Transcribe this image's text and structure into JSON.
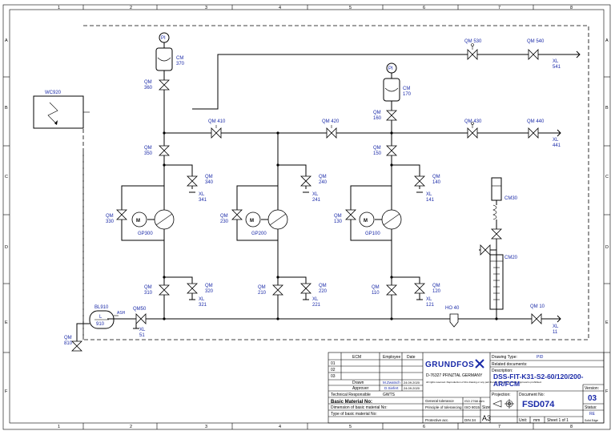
{
  "frame": {
    "cols": [
      "1",
      "2",
      "3",
      "4",
      "5",
      "6",
      "7",
      "8"
    ],
    "rows": [
      "A",
      "B",
      "C",
      "D",
      "E",
      "F"
    ]
  },
  "labels": {
    "wc": "WC920",
    "pi1": "PI",
    "pi2": "PI",
    "cm370": [
      "CM",
      "370"
    ],
    "cm170": [
      "CM",
      "170"
    ],
    "qm360": [
      "QM",
      "360"
    ],
    "qm160": [
      "QM",
      "160"
    ],
    "qm350": [
      "QM",
      "350"
    ],
    "qm150": [
      "QM",
      "150"
    ],
    "qm410": "QM 410",
    "qm420": "QM 420",
    "qm530": "QM 530",
    "qm540": "QM 540",
    "qm430": "QM 430",
    "qm440": "QM 440",
    "xl541": [
      "XL",
      "541"
    ],
    "xl441": [
      "XL",
      "441"
    ],
    "qm340": [
      "QM",
      "340"
    ],
    "qm240": [
      "QM",
      "240"
    ],
    "qm140": [
      "QM",
      "140"
    ],
    "xl341": [
      "XL",
      "341"
    ],
    "xl241": [
      "XL",
      "241"
    ],
    "xl141": [
      "XL",
      "141"
    ],
    "qm330": [
      "QM",
      "330"
    ],
    "qm230": [
      "QM",
      "230"
    ],
    "qm130": [
      "QM",
      "130"
    ],
    "gp300": "GP300",
    "gp200": "GP200",
    "gp100": "GP100",
    "motor": "M",
    "cm30": "CM30",
    "cm20": "CM20",
    "qm310": [
      "QM",
      "310"
    ],
    "qm210": [
      "QM",
      "210"
    ],
    "qm110": [
      "QM",
      "110"
    ],
    "qm320": [
      "QM",
      "320"
    ],
    "qm220": [
      "QM",
      "220"
    ],
    "qm120": [
      "QM",
      "120"
    ],
    "xl321": [
      "XL",
      "321"
    ],
    "xl221": [
      "XL",
      "221"
    ],
    "xl121": [
      "XL",
      "121"
    ],
    "bl910": "BL910",
    "tankL": "L",
    "tank910": "910",
    "ash": "ASH",
    "qm50": "QM50",
    "xl51": [
      "XL",
      "51"
    ],
    "qm810": [
      "QM",
      "810"
    ],
    "ho40": "HO 40",
    "qm10": "QM 10",
    "xl11": [
      "XL",
      "11"
    ]
  },
  "titleblock": {
    "hdr_ecm": "ECM",
    "hdr_employee": "Employee",
    "hdr_date": "Date",
    "rev": [
      "01",
      "02",
      "03"
    ],
    "drawn_lbl": "Drawn",
    "drawn_name": "M.Zwatsch",
    "drawn_date": "24.09.2020",
    "approver_lbl": "Approver",
    "approver_name": "D.Siefert",
    "approver_date": "24.09.2020",
    "tech_lbl": "Technical Responsible",
    "tech_val": "GWTS",
    "basic_mat": "Basic Material No:",
    "dim_basic": "Dimension of basic material No:",
    "type_basic": "Type of basic material No:",
    "brand": "GRUNDFOS",
    "address": "D-76327 PFINZTAL GERMANY",
    "fineprint": "All rights reserved. Reproduction of this drawing or any part thereof without our written approval is prohibited.",
    "gen_tol": "General tolerance",
    "gen_tol_val": "ISO 2768 mm",
    "prin_tol": "Principle of tolerancing",
    "prin_tol_val": "ISO 8015",
    "prot_acc": "Protective acc.",
    "prot_acc_val": "DIN 34",
    "size_lbl": "Size",
    "size_val": "A3",
    "drawing_type_lbl": "Drawing Type:",
    "drawing_type_val": "PID",
    "related_lbl": "Related documents:",
    "desc_lbl": "Description:",
    "desc_line1": "DSS-FIT-K31-S2-60/120/200-",
    "desc_line2": "AR/FCM",
    "projection_lbl": "Projection:",
    "docno_lbl": "Document No:",
    "docno_val": "FSD074",
    "version_lbl": "Version:",
    "version_val": "03",
    "status_lbl": "Status:",
    "status_val": "RE",
    "unit_lbl": "Unit:",
    "unit_val": "mm",
    "sheet_val": "Sheet 1 of 1",
    "solid_edge": "Solid Edge"
  }
}
